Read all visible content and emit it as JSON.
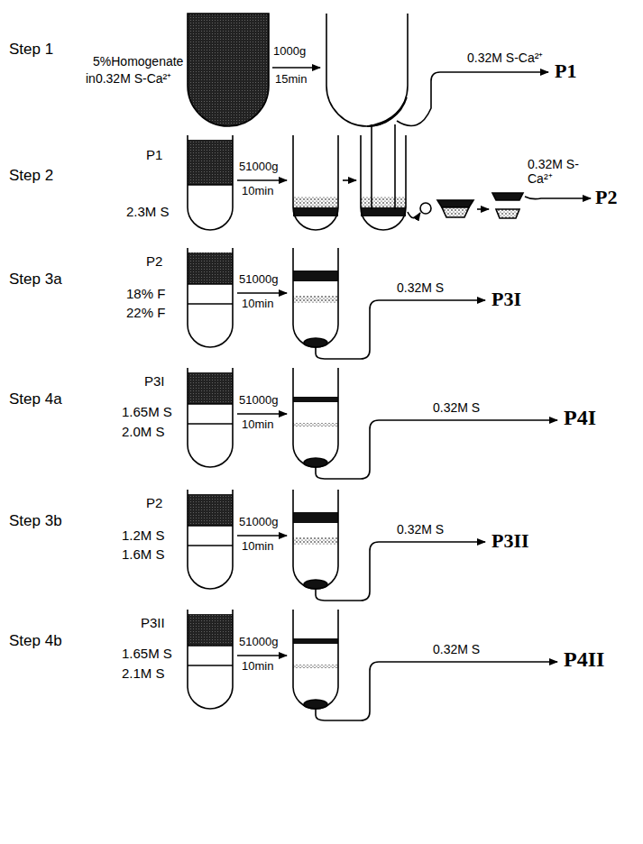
{
  "diagram": {
    "labels": [
      "Step 1",
      "5%Homogenate",
      "in0.32M S-Ca²⁺",
      "1000g",
      "15min",
      "0.32M S-Ca²⁺",
      "P1",
      "Step 2",
      "P1",
      "2.3M S",
      "51000g",
      "10min",
      "0.32M S- Ca²⁺",
      "P2",
      "Step 3a",
      "P2",
      "18% F",
      "22% F",
      "51000g",
      "10min",
      "0.32M S",
      "P3I",
      "Step 4a",
      "P3I",
      "1.65M S",
      "2.0M S",
      "51000g",
      "10min",
      "0.32M S",
      "P4I",
      "Step 3b",
      "P2",
      "1.2M S",
      "1.6M S",
      "51000g",
      "10min",
      "0.32M S",
      "P3II",
      "Step 4b",
      "P3II",
      "1.65M S",
      "2.1M S",
      "51000g",
      "10min",
      "0.32M S",
      "P4II"
    ]
  }
}
